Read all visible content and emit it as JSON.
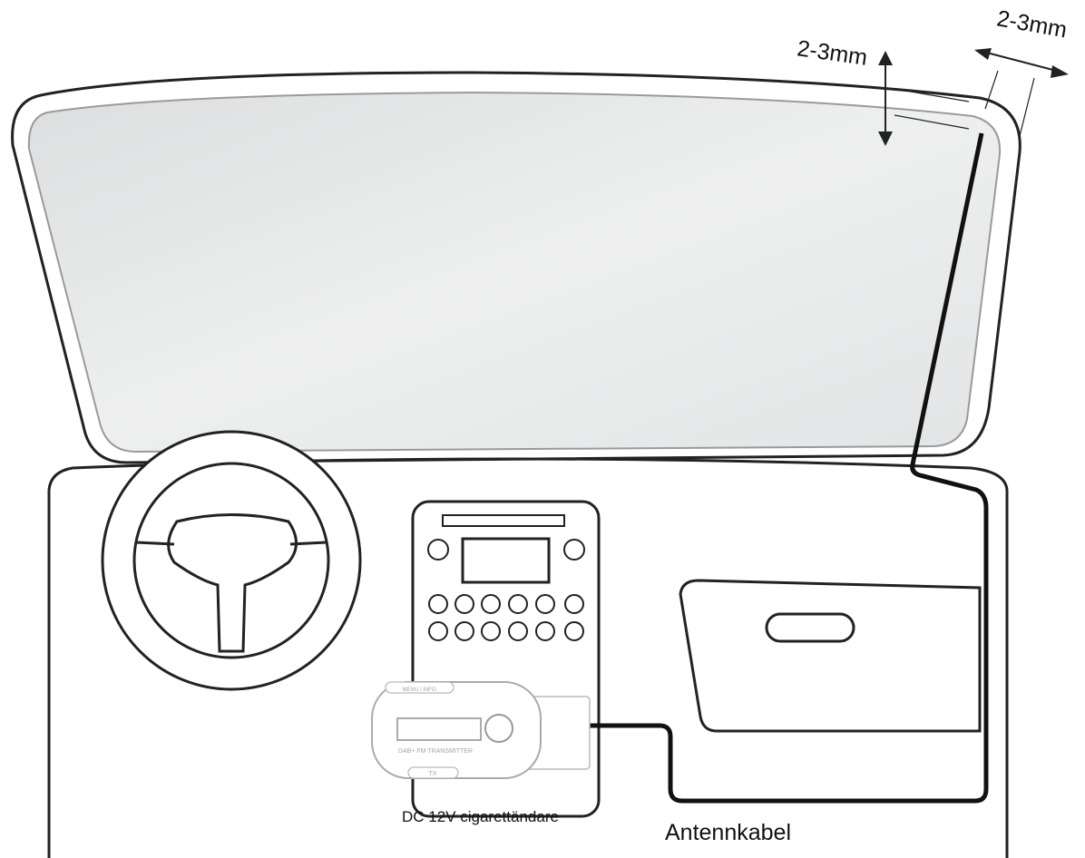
{
  "labels": {
    "gap_top": "2-3mm",
    "gap_side": "2-3mm",
    "charger": "DC 12V cigarettändare",
    "cable": "Antennkabel"
  },
  "device": {
    "menu_label": "MENU / INFO",
    "name_label": "DAB+ FM TRANSMITTER",
    "tx_label": "TX"
  }
}
